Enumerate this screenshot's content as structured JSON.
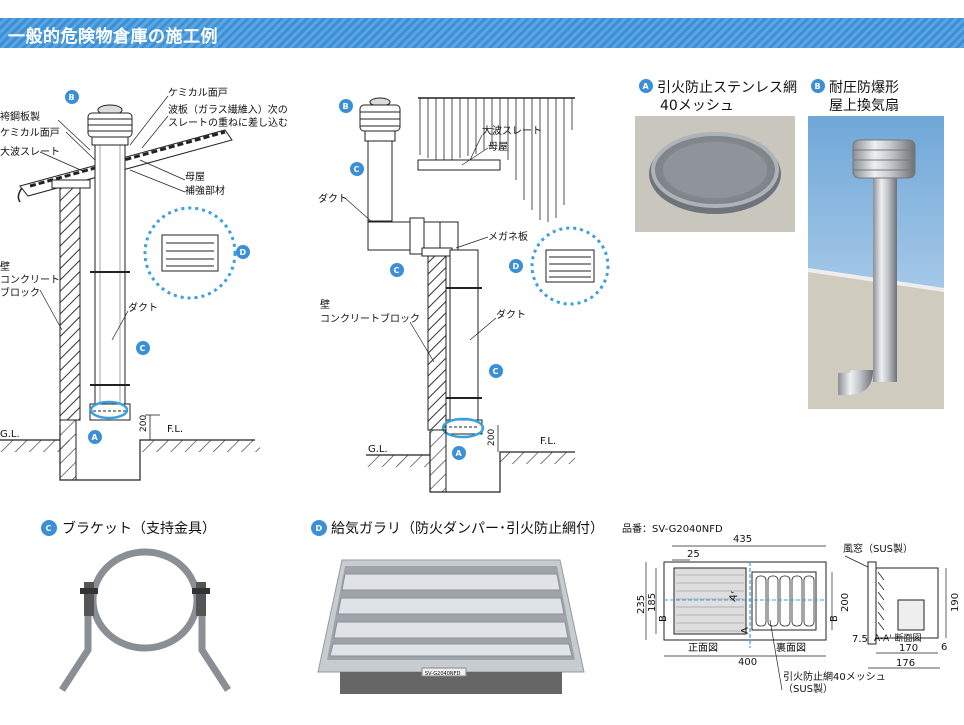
{
  "header": {
    "title": "一般的危険物倉庫の施工例"
  },
  "labels": {
    "hakama": "袴鋼板製",
    "chemical_door": "ケミカル面戸",
    "chemical_door2": "ケミカル面戸",
    "hatano_1": "波板（ガラス繊維入）次の",
    "hatano_2": "スレートの重ねに差し込む",
    "oonami": "大波スレート",
    "omoya": "母屋",
    "hokyo": "補強部材",
    "kabe": "壁",
    "concrete": "コンクリート",
    "block": "ブロック",
    "duct": "ダクト",
    "gl": "G.L.",
    "fl": "F.L.",
    "dim200": "200",
    "duct2": "ダクト",
    "oonami2": "大波スレート",
    "omoya2": "母屋",
    "megane": "メガネ板",
    "kabe2": "壁",
    "concrete_block2": "コンクリートブロック",
    "duct3": "ダクト",
    "gl2": "G.L.",
    "fl2": "F.L.",
    "dim200b": "200"
  },
  "badges": {
    "a": "A",
    "b": "B",
    "c": "C",
    "d": "D"
  },
  "photos": {
    "a_line1": "引火防止ステンレス網",
    "a_line2": "40メッシュ",
    "b_line1": "耐圧防爆形",
    "b_line2": "屋上換気扇",
    "c_title": "ブラケット（支持金具）",
    "d_title": "給気ガラリ（防火ダンパー･引火防止網付）",
    "louver_tag": "SV-G2040NFD"
  },
  "spec": {
    "part_no": "品番：SV-G2040NFD",
    "d435": "435",
    "d25": "25",
    "d235": "235",
    "d185": "185",
    "d200": "200",
    "d400": "400",
    "front": "正面図",
    "back": "裏面図",
    "b_mark": "B",
    "b_mark2": "B",
    "a_mark": "A",
    "a_mark2": "A'",
    "fuso": "風窓（SUS製）",
    "d190": "190",
    "d7_5": "7.5",
    "d6": "6",
    "section": "A-A' 断面図",
    "d170": "170",
    "d176": "176",
    "net_1": "引火防止網40メッシュ",
    "net_2": "（SUS製）"
  },
  "colors": {
    "badge": "#3b8fd6",
    "dotted": "#3aa0e0",
    "banner": "#4a9bdc"
  }
}
